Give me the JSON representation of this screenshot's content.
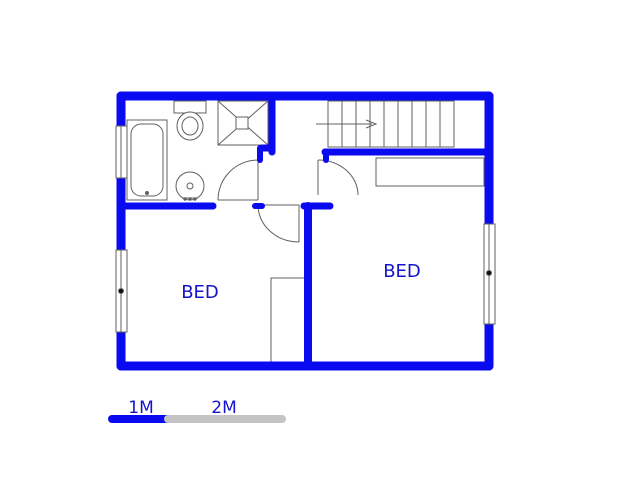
{
  "rooms": [
    {
      "id": "bed-left",
      "label": "BED"
    },
    {
      "id": "bed-right",
      "label": "BED"
    }
  ],
  "scale_bar": {
    "marks": [
      "1M",
      "2M"
    ]
  },
  "colors": {
    "wall": "#0a0af0",
    "fixture_line": "#606060",
    "label": "#1414cc",
    "scale_filled": "#0a0af0",
    "scale_empty": "#c4c4c4"
  }
}
